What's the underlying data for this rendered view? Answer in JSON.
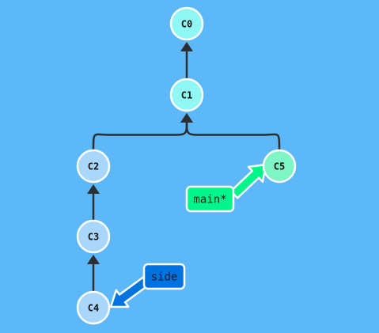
{
  "background": "#5cb8f9",
  "commits": [
    {
      "id": "C0",
      "color": "#8ff7f4"
    },
    {
      "id": "C1",
      "color": "#8ff7f4"
    },
    {
      "id": "C2",
      "color": "#a9d6fb"
    },
    {
      "id": "C3",
      "color": "#a9d6fb"
    },
    {
      "id": "C4",
      "color": "#a9d6fb"
    },
    {
      "id": "C5",
      "color": "#7ff5c6"
    }
  ],
  "edges": [
    {
      "from": "C1",
      "to": "C0"
    },
    {
      "from": "C2",
      "to": "C1"
    },
    {
      "from": "C5",
      "to": "C1"
    },
    {
      "from": "C3",
      "to": "C2"
    },
    {
      "from": "C4",
      "to": "C3"
    }
  ],
  "branches": [
    {
      "name": "main*",
      "target": "C5",
      "fill": "#00f58a",
      "border": "#ffffff",
      "text_color": "#1a1a1a"
    },
    {
      "name": "side",
      "target": "C4",
      "fill": "#0073e0",
      "border": "#ffffff",
      "text_color": "#0a1a33"
    }
  ]
}
